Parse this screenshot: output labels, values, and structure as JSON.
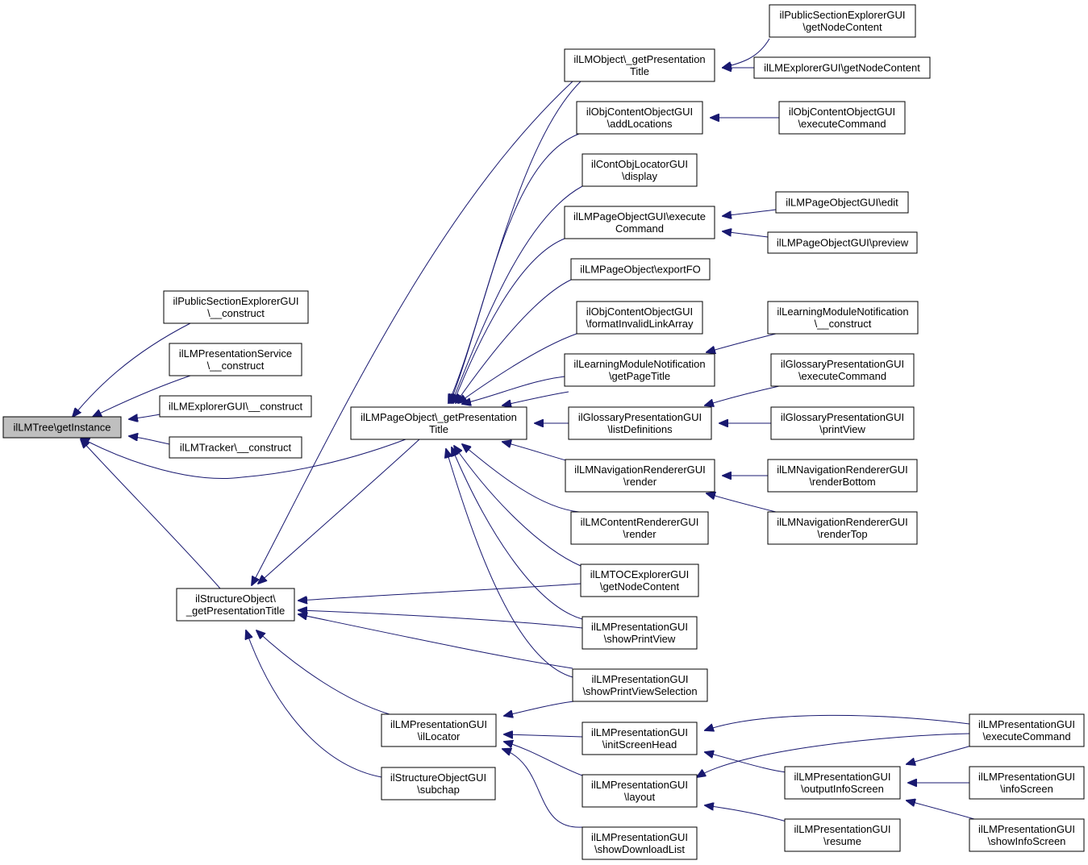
{
  "colors": {
    "edge": "#191970",
    "root_fill": "#bfbfbf",
    "node_fill": "#ffffff",
    "border": "#000000"
  },
  "nodes": {
    "getInstance": [
      "ilLMTree\\getInstance"
    ],
    "pubSecCons": [
      "ilPublicSectionExplorerGUI",
      "\\__construct"
    ],
    "presServCons": [
      "ilLMPresentationService",
      "\\__construct"
    ],
    "explCons": [
      "ilLMExplorerGUI\\__construct"
    ],
    "trackerCons": [
      "ilLMTracker\\__construct"
    ],
    "pageObjTitle": [
      "ilLMPageObject\\_getPresentation",
      "Title"
    ],
    "structObjTitle": [
      "ilStructureObject\\",
      "_getPresentationTitle"
    ],
    "lmObjTitle": [
      "ilLMObject\\_getPresentation",
      "Title"
    ],
    "objContAddLoc": [
      "ilObjContentObjectGUI",
      "\\addLocations"
    ],
    "contObjLocDisplay": [
      "ilContObjLocatorGUI",
      "\\display"
    ],
    "pageObjGUIExec": [
      "ilLMPageObjectGUI\\execute",
      "Command"
    ],
    "pageObjExportFO": [
      "ilLMPageObject\\exportFO"
    ],
    "objContFormatInv": [
      "ilObjContentObjectGUI",
      "\\formatInvalidLinkArray"
    ],
    "lmNotifGetPage": [
      "ilLearningModuleNotification",
      "\\getPageTitle"
    ],
    "glossListDefs": [
      "ilGlossaryPresentationGUI",
      "\\listDefinitions"
    ],
    "navRender": [
      "ilLMNavigationRendererGUI",
      "\\render"
    ],
    "contentRender": [
      "ilLMContentRendererGUI",
      "\\render"
    ],
    "tocGetNode": [
      "ilLMTOCExplorerGUI",
      "\\getNodeContent"
    ],
    "presShowPrint": [
      "ilLMPresentationGUI",
      "\\showPrintView"
    ],
    "presShowPrintSel": [
      "ilLMPresentationGUI",
      "\\showPrintViewSelection"
    ],
    "presLocator": [
      "ilLMPresentationGUI",
      "\\ilLocator"
    ],
    "structSubchap": [
      "ilStructureObjectGUI",
      "\\subchap"
    ],
    "presInitHead": [
      "ilLMPresentationGUI",
      "\\initScreenHead"
    ],
    "presLayout": [
      "ilLMPresentationGUI",
      "\\layout"
    ],
    "presShowDownload": [
      "ilLMPresentationGUI",
      "\\showDownloadList"
    ],
    "pubSecGetNode": [
      "ilPublicSectionExplorerGUI",
      "\\getNodeContent"
    ],
    "explGetNode": [
      "ilLMExplorerGUI\\getNodeContent"
    ],
    "objContExec": [
      "ilObjContentObjectGUI",
      "\\executeCommand"
    ],
    "pageObjGUIEdit": [
      "ilLMPageObjectGUI\\edit"
    ],
    "pageObjGUIPreview": [
      "ilLMPageObjectGUI\\preview"
    ],
    "lmNotifCons": [
      "ilLearningModuleNotification",
      "\\__construct"
    ],
    "glossExec": [
      "ilGlossaryPresentationGUI",
      "\\executeCommand"
    ],
    "glossPrint": [
      "ilGlossaryPresentationGUI",
      "\\printView"
    ],
    "navRenderBottom": [
      "ilLMNavigationRendererGUI",
      "\\renderBottom"
    ],
    "navRenderTop": [
      "ilLMNavigationRendererGUI",
      "\\renderTop"
    ],
    "presOutputInfo": [
      "ilLMPresentationGUI",
      "\\outputInfoScreen"
    ],
    "presResume": [
      "ilLMPresentationGUI",
      "\\resume"
    ],
    "presExec": [
      "ilLMPresentationGUI",
      "\\executeCommand"
    ],
    "presInfoScreen": [
      "ilLMPresentationGUI",
      "\\infoScreen"
    ],
    "presShowInfo": [
      "ilLMPresentationGUI",
      "\\showInfoScreen"
    ]
  }
}
